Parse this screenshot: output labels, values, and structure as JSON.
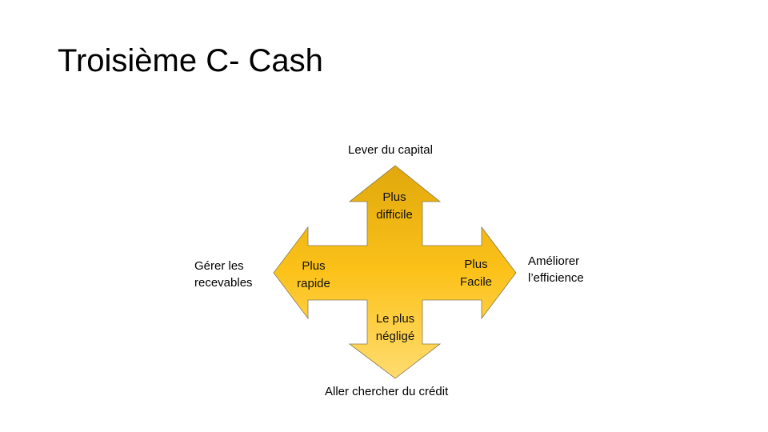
{
  "title": "Troisième C- Cash",
  "outer_labels": {
    "top": "Lever du capital",
    "left_line1": "Gérer les",
    "left_line2": "recevables",
    "right_line1": "Améliorer",
    "right_line2": "l’efficience",
    "bottom": "Aller chercher du crédit"
  },
  "arrow_labels": {
    "up_line1": "Plus",
    "up_line2": "difficile",
    "left_line1": "Plus",
    "left_line2": "rapide",
    "right_line1": "Plus",
    "right_line2": "Facile",
    "down_line1": "Le plus",
    "down_line2": "négligé"
  },
  "colors": {
    "arrow_top": "#e2a90c",
    "arrow_mid": "#fcc21a",
    "arrow_bottom": "#ffd966"
  }
}
